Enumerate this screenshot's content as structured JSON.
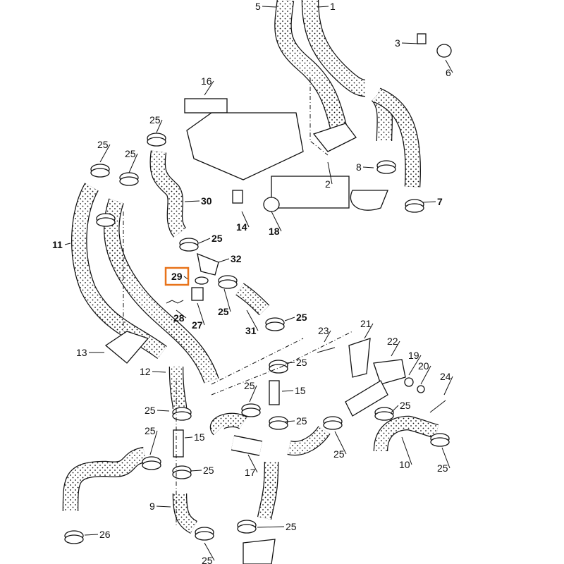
{
  "diagram": {
    "highlight_color": "#e8731a",
    "highlighted_label": "29",
    "labels": [
      "5",
      "1",
      "3",
      "6",
      "16",
      "25",
      "25",
      "25",
      "2",
      "8",
      "7",
      "30",
      "14",
      "18",
      "11",
      "25",
      "32",
      "29",
      "28",
      "27",
      "25",
      "31",
      "25",
      "23",
      "21",
      "22",
      "19",
      "20",
      "24",
      "13",
      "12",
      "25",
      "25",
      "15",
      "25",
      "15",
      "25",
      "25",
      "25",
      "17",
      "25",
      "10",
      "25",
      "25",
      "9",
      "25",
      "26",
      "25"
    ]
  }
}
